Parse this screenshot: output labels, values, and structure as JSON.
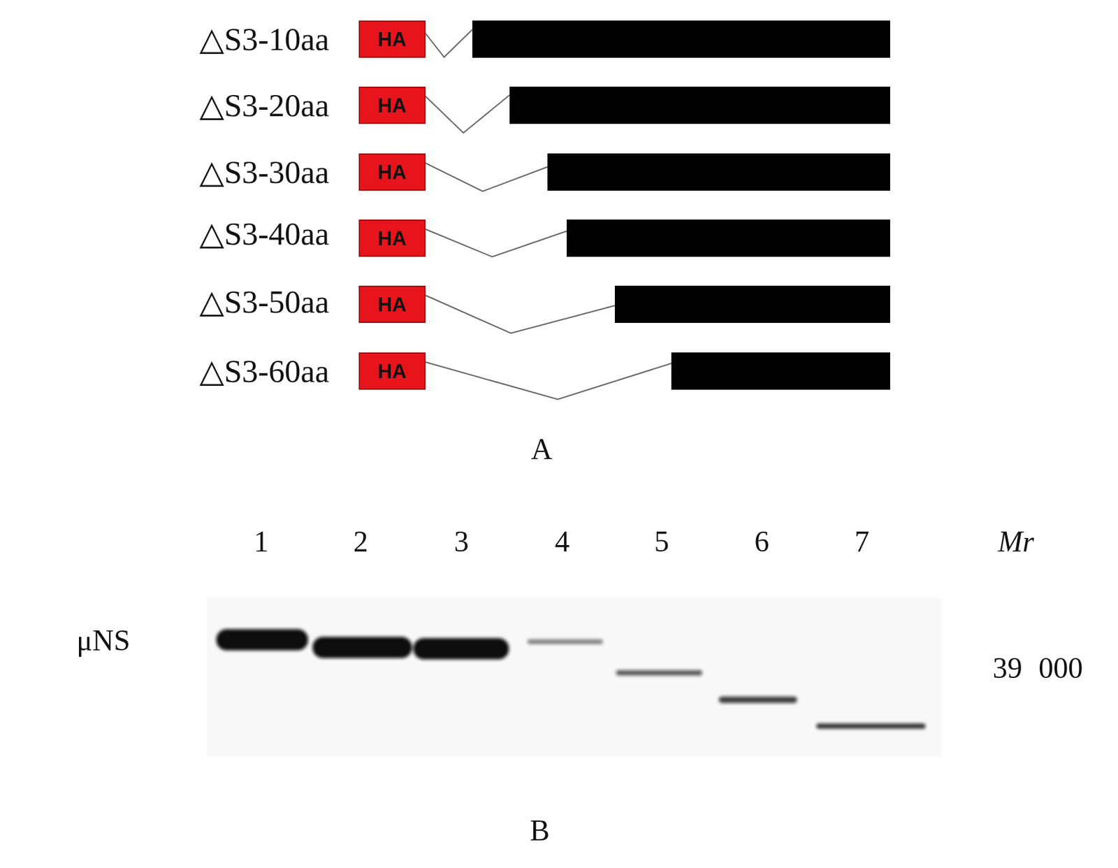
{
  "diagram": {
    "nodes": [
      {
        "text": [
          "HA"
        ]
      },
      {
        "text": [
          "HA"
        ]
      },
      {
        "text": [
          "HA"
        ]
      },
      {
        "text": [
          "HA"
        ]
      },
      {
        "text": [
          "HA"
        ]
      },
      {
        "text": [
          "HA"
        ]
      }
    ],
    "labels": [
      "△S3-10aa",
      "△S3-20aa",
      "△S3-30aa",
      "△S3-40aa",
      "△S3-50aa",
      "△S3-60aa",
      "A",
      "1",
      "2",
      "3",
      "4",
      "5",
      "6",
      "7",
      "Mr",
      "μNS",
      "39 000",
      "B"
    ]
  }
}
